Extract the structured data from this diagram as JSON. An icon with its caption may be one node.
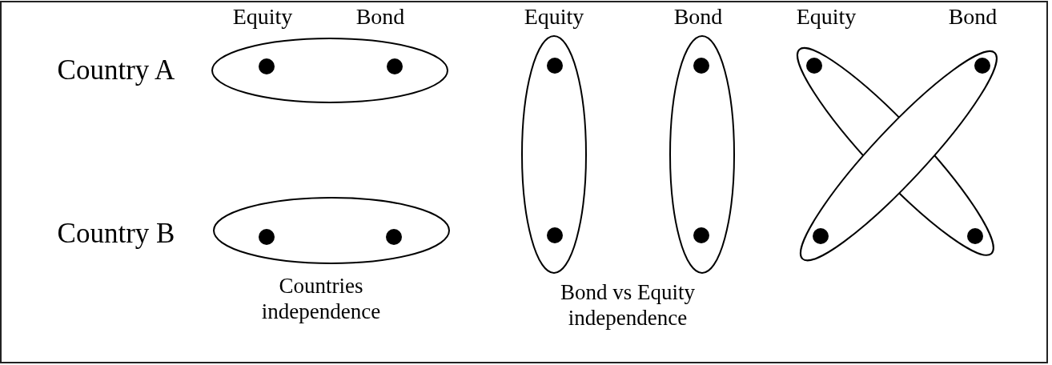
{
  "diagram": {
    "nodes": [
      {
        "text": [],
        "shape": "ellipse"
      },
      {
        "text": [],
        "shape": "circle",
        "in": 0
      },
      {
        "text": [],
        "shape": "circle",
        "in": 0
      },
      {
        "text": [],
        "shape": "ellipse"
      },
      {
        "text": [],
        "shape": "circle",
        "in": 3
      },
      {
        "text": [],
        "shape": "circle",
        "in": 3
      },
      {
        "text": [],
        "shape": "ellipse"
      },
      {
        "text": [],
        "shape": "circle",
        "in": 6
      },
      {
        "text": [],
        "shape": "circle",
        "in": 6
      },
      {
        "text": [],
        "shape": "ellipse"
      },
      {
        "text": [],
        "shape": "circle",
        "in": 9
      },
      {
        "text": [],
        "shape": "circle",
        "in": 9
      },
      {
        "text": [],
        "shape": "ellipse"
      },
      {
        "text": [],
        "shape": "circle",
        "in": 12
      },
      {
        "text": [],
        "shape": "circle",
        "in": 12
      },
      {
        "text": [],
        "shape": "ellipse"
      },
      {
        "text": [],
        "shape": "circle",
        "in": 15
      },
      {
        "text": [],
        "shape": "circle",
        "in": 15
      }
    ],
    "labels": [
      "Equity",
      "Bond",
      "Equity",
      "Bond",
      "Equity",
      "Bond",
      "Country A",
      "Country B",
      "Countries independence",
      "Bond vs Equity independence"
    ]
  }
}
